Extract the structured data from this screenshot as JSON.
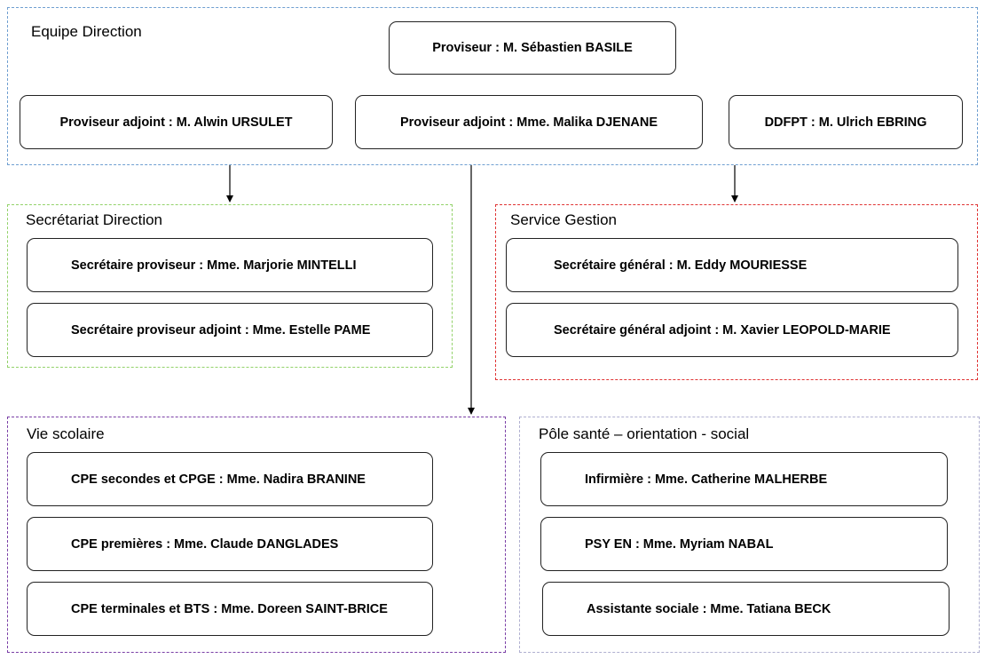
{
  "direction": {
    "title": "Equipe Direction",
    "proviseur": "Proviseur : M. Sébastien BASILE",
    "adjoint1": "Proviseur adjoint : M. Alwin  URSULET",
    "adjoint2": "Proviseur adjoint : Mme. Malika DJENANE",
    "ddfpt": "DDFPT : M. Ulrich EBRING"
  },
  "secretariat": {
    "title": "Secrétariat Direction",
    "items": [
      "Secrétaire proviseur : Mme. Marjorie MINTELLI",
      "Secrétaire proviseur adjoint : Mme. Estelle PAME"
    ]
  },
  "gestion": {
    "title": "Service Gestion",
    "items": [
      "Secrétaire général : M. Eddy MOURIESSE",
      "Secrétaire général adjoint : M. Xavier LEOPOLD-MARIE"
    ]
  },
  "vie_scolaire": {
    "title": "Vie scolaire",
    "items": [
      "CPE secondes et CPGE : Mme. Nadira BRANINE",
      "CPE premières : Mme. Claude DANGLADES",
      "CPE terminales et BTS : Mme. Doreen SAINT-BRICE"
    ]
  },
  "pole_sante": {
    "title": "Pôle santé – orientation - social",
    "items": [
      "Infirmière : Mme. Catherine MALHERBE",
      "PSY EN : Mme. Myriam NABAL",
      "Assistante sociale : Mme. Tatiana BECK"
    ]
  },
  "colors": {
    "direction_border": "#6f9fd1",
    "secretariat_border": "#93d26a",
    "gestion_border": "#e03434",
    "vie_scolaire_border": "#7a3fa6",
    "pole_sante_border": "#b0b0d0"
  }
}
